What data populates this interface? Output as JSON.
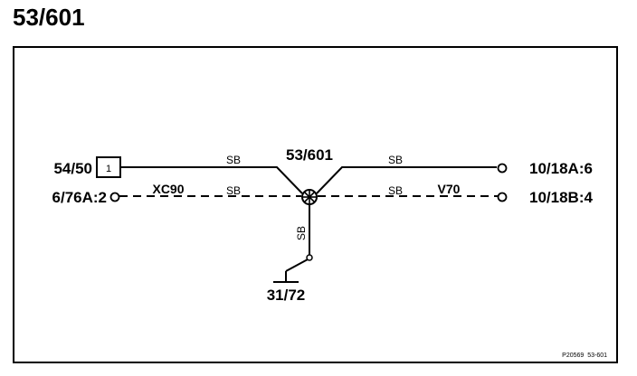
{
  "page": {
    "title": "53/601"
  },
  "diagram": {
    "splice_label": "53/601",
    "left_connectors": {
      "upper": "54/50",
      "lower": "6/76A:2"
    },
    "right_connectors": {
      "upper": "10/18A:6",
      "lower": "10/18B:4"
    },
    "connector_pin": "1",
    "wire_color_labels": {
      "upper_left": "SB",
      "upper_right": "SB",
      "lower_left": "SB",
      "lower_right": "SB",
      "vertical": "SB"
    },
    "model_labels": {
      "left": "XC90",
      "right": "V70"
    },
    "ground_label": "31/72",
    "reference": "P20569  53-601"
  },
  "colors": {
    "line": "#000000",
    "background": "#ffffff"
  }
}
